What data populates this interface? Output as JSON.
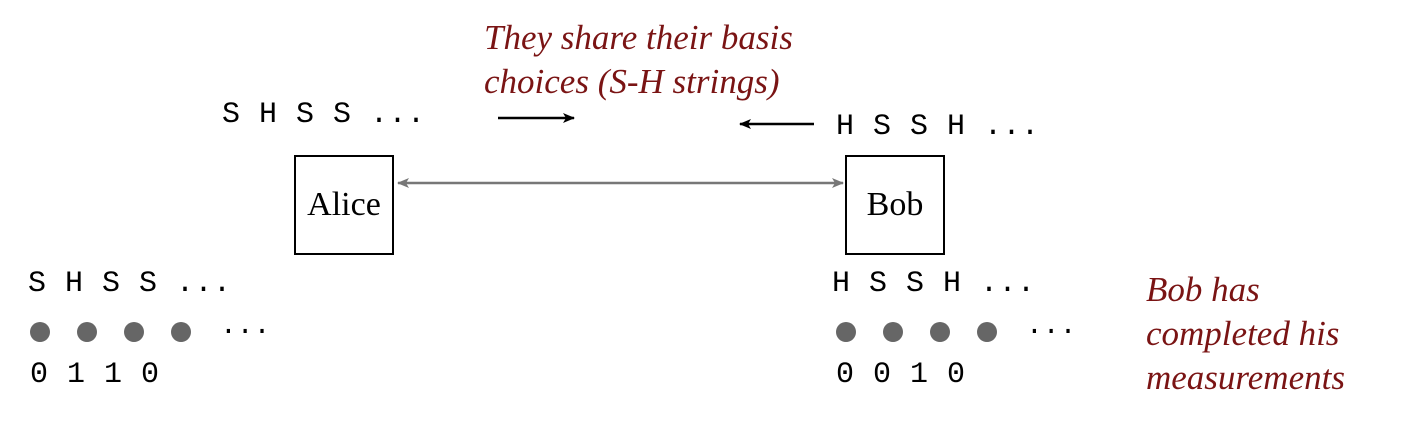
{
  "top_note": {
    "line1": "They share their basis",
    "line2": "choices (S-H strings)"
  },
  "side_note": {
    "line1": "Bob has",
    "line2": "completed his",
    "line3": "measurements"
  },
  "alice": {
    "label": "Alice",
    "shared_string": "S H S S ...",
    "basis_string": "S H S S ...",
    "dots_ellipsis": "...",
    "bits": "0 1 1 0"
  },
  "bob": {
    "label": "Bob",
    "shared_string": "H S S H ...",
    "basis_string": "H S S H ...",
    "dots_ellipsis": "...",
    "bits": "0 0 1 0"
  },
  "colors": {
    "note_text": "#7a1414",
    "channel_arrow": "#777777",
    "dot": "#666666"
  }
}
